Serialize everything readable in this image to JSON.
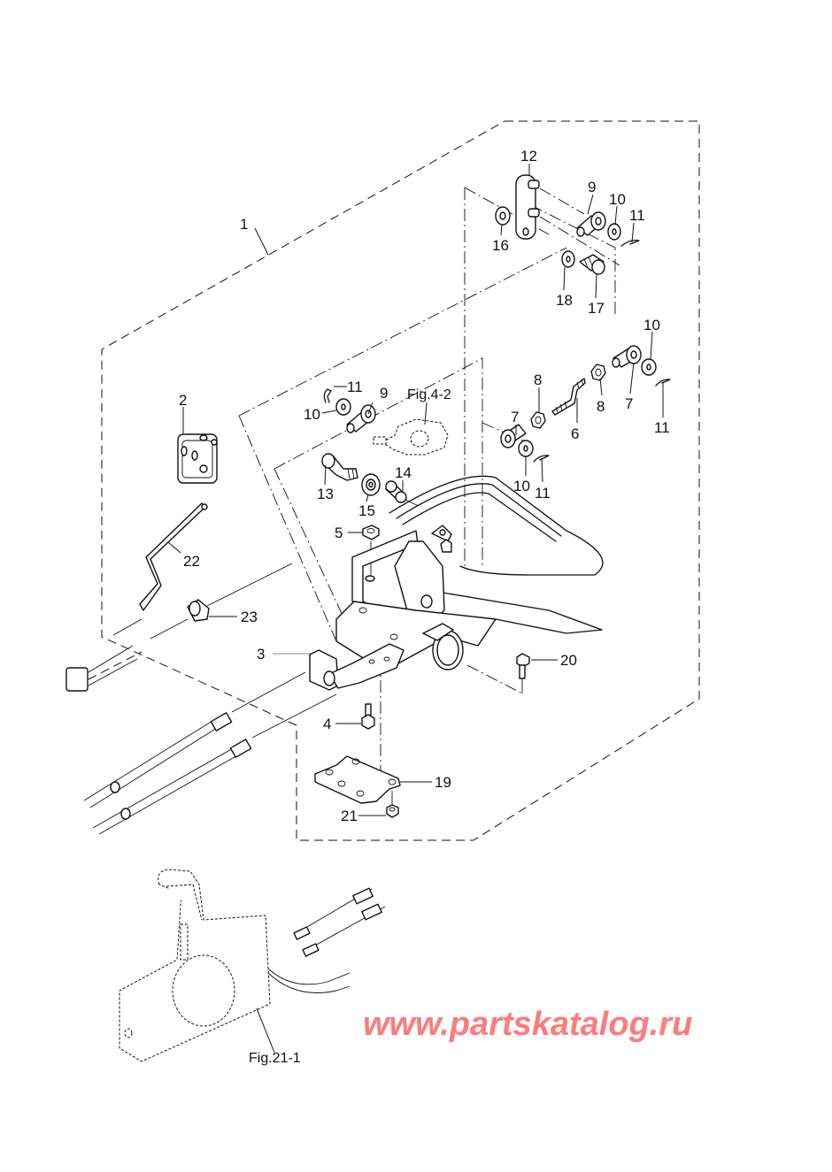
{
  "diagram": {
    "title": "Remote control attachment parts diagram",
    "callouts": [
      {
        "id": "c1",
        "label": "1"
      },
      {
        "id": "c2",
        "label": "2"
      },
      {
        "id": "c3",
        "label": "3"
      },
      {
        "id": "c4",
        "label": "4"
      },
      {
        "id": "c5",
        "label": "5"
      },
      {
        "id": "c6",
        "label": "6"
      },
      {
        "id": "c7a",
        "label": "7"
      },
      {
        "id": "c7b",
        "label": "7"
      },
      {
        "id": "c8a",
        "label": "8"
      },
      {
        "id": "c8b",
        "label": "8"
      },
      {
        "id": "c9a",
        "label": "9"
      },
      {
        "id": "c9b",
        "label": "9"
      },
      {
        "id": "c10a",
        "label": "10"
      },
      {
        "id": "c10b",
        "label": "10"
      },
      {
        "id": "c10c",
        "label": "10"
      },
      {
        "id": "c10d",
        "label": "10"
      },
      {
        "id": "c11a",
        "label": "11"
      },
      {
        "id": "c11b",
        "label": "11"
      },
      {
        "id": "c11c",
        "label": "11"
      },
      {
        "id": "c11d",
        "label": "11"
      },
      {
        "id": "c12",
        "label": "12"
      },
      {
        "id": "c13",
        "label": "13"
      },
      {
        "id": "c14",
        "label": "14"
      },
      {
        "id": "c15",
        "label": "15"
      },
      {
        "id": "c16",
        "label": "16"
      },
      {
        "id": "c17",
        "label": "17"
      },
      {
        "id": "c18",
        "label": "18"
      },
      {
        "id": "c19",
        "label": "19"
      },
      {
        "id": "c20",
        "label": "20"
      },
      {
        "id": "c21",
        "label": "21"
      },
      {
        "id": "c22",
        "label": "22"
      },
      {
        "id": "c23",
        "label": "23"
      }
    ],
    "figure_refs": {
      "fig_4_2": "Fig.4-2",
      "fig_21_1": "Fig.21-1"
    }
  },
  "watermark": {
    "text": "www.partskatalog.ru",
    "color": "#ff7b7b"
  }
}
